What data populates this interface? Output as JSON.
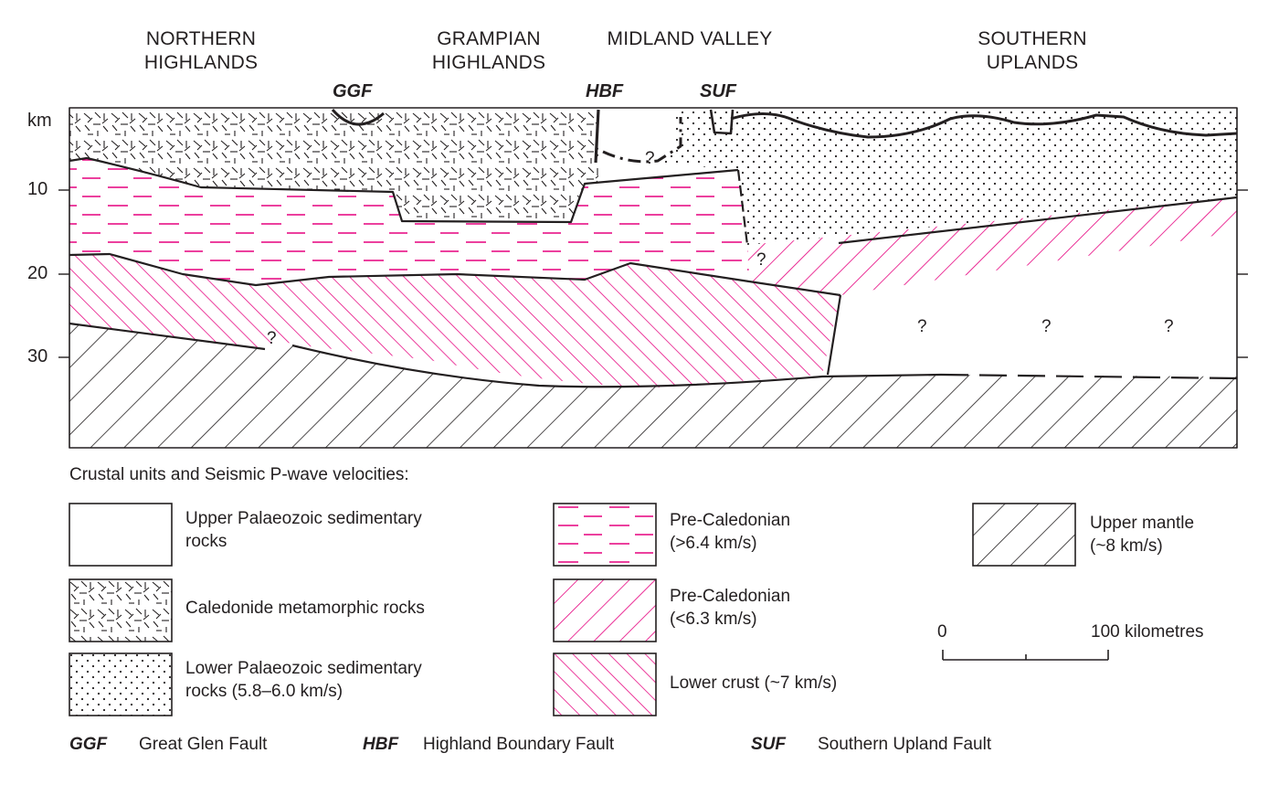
{
  "regions": [
    {
      "id": "northern",
      "line1": "NORTHERN",
      "line2": "HIGHLANDS"
    },
    {
      "id": "grampian",
      "line1": "GRAMPIAN",
      "line2": "HIGHLANDS"
    },
    {
      "id": "midland",
      "line1": "MIDLAND VALLEY",
      "line2": ""
    },
    {
      "id": "southern",
      "line1": "SOUTHERN",
      "line2": "UPLANDS"
    }
  ],
  "faults": {
    "ggf": "GGF",
    "hbf": "HBF",
    "suf": "SUF"
  },
  "depth_axis": {
    "unit": "km",
    "ticks": [
      "10",
      "20",
      "30"
    ]
  },
  "unknown_mark": "?",
  "legend": {
    "title": "Crustal units and Seismic P-wave velocities:",
    "items": [
      {
        "id": "upper-palaeozoic",
        "line1": "Upper Palaeozoic sedimentary",
        "line2": "rocks"
      },
      {
        "id": "caledonide",
        "line1": "Caledonide metamorphic rocks",
        "line2": ""
      },
      {
        "id": "lower-palaeozoic",
        "line1": "Lower Palaeozoic sedimentary",
        "line2": "rocks (5.8–6.0 km/s)"
      },
      {
        "id": "precal-fast",
        "line1": "Pre-Caledonian",
        "line2": "(>6.4 km/s)"
      },
      {
        "id": "precal-slow",
        "line1": "Pre-Caledonian",
        "line2": "(<6.3 km/s)"
      },
      {
        "id": "lower-crust",
        "line1": "Lower crust (~7 km/s)",
        "line2": ""
      },
      {
        "id": "upper-mantle",
        "line1": "Upper mantle",
        "line2": "(~8 km/s)"
      }
    ]
  },
  "scale_bar": {
    "start": "0",
    "end": "100 kilometres"
  },
  "key": [
    {
      "abbr": "GGF",
      "name": "Great Glen Fault"
    },
    {
      "abbr": "HBF",
      "name": "Highland Boundary Fault"
    },
    {
      "abbr": "SUF",
      "name": "Southern Upland Fault"
    }
  ],
  "colors": {
    "ink": "#231f20",
    "magenta": "#e6007e",
    "paper": "#ffffff"
  }
}
